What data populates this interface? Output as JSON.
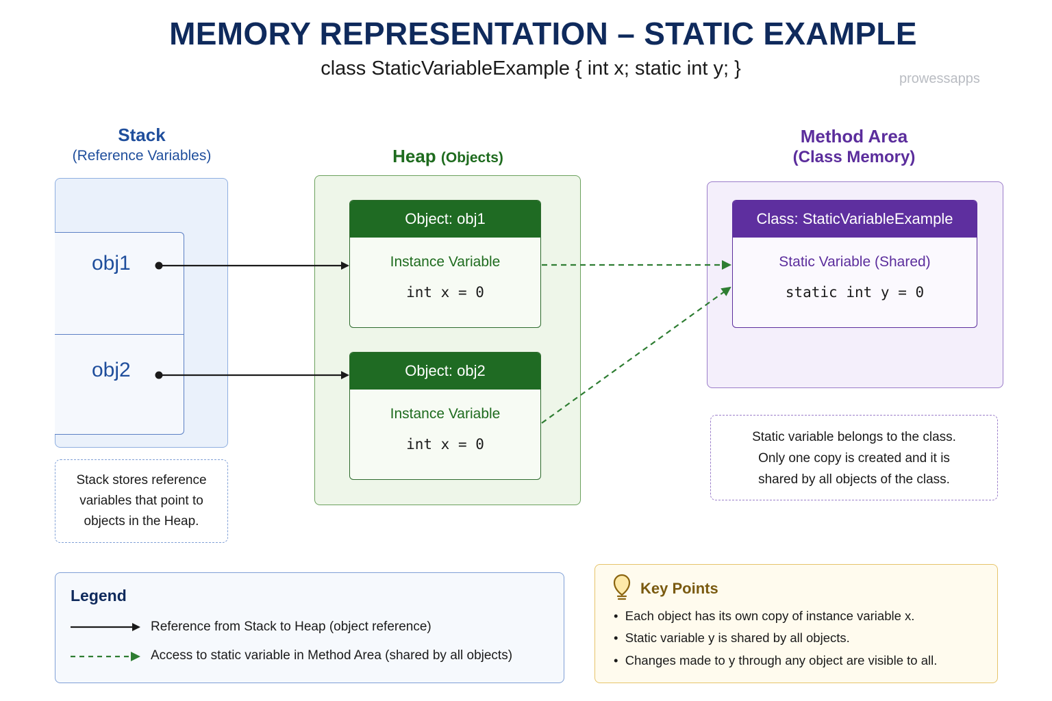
{
  "header": {
    "title": "MEMORY REPRESENTATION – STATIC EXAMPLE",
    "subtitle": "class StaticVariableExample { int x; static int y; }",
    "watermark": "prowessapps"
  },
  "stack": {
    "title": "Stack",
    "subtitle": "(Reference Variables)",
    "refs": [
      "obj1",
      "obj2"
    ],
    "note": [
      "Stack stores reference",
      "variables that point to",
      "objects in the Heap."
    ]
  },
  "heap": {
    "title": "Heap",
    "subtitle": "(Objects)",
    "objects": [
      {
        "header": "Object: obj1",
        "var_label": "Instance Variable",
        "code": "int x = 0"
      },
      {
        "header": "Object: obj2",
        "var_label": "Instance Variable",
        "code": "int x = 0"
      }
    ]
  },
  "method_area": {
    "title": "Method Area",
    "subtitle": "(Class Memory)",
    "class_header": "Class: StaticVariableExample",
    "var_label": "Static Variable (Shared)",
    "code": "static int y = 0",
    "note": [
      "Static variable belongs to the class.",
      "Only one copy is created and it is",
      "shared by all objects of the class."
    ]
  },
  "legend": {
    "title": "Legend",
    "solid": "Reference from Stack to Heap (object reference)",
    "dashed": "Access to static variable in Method Area (shared by all objects)"
  },
  "key_points": {
    "title": "Key Points",
    "items": [
      "Each object has its own copy of instance variable x.",
      "Static variable y is shared by all objects.",
      "Changes made to y through any object are visible to all."
    ]
  },
  "colors": {
    "navy": "#0f2a5c",
    "stack_blue": "#1f4e9c",
    "heap_green": "#1f6b23",
    "method_purple": "#5e2f9f",
    "note_gold": "#e6c46a"
  }
}
